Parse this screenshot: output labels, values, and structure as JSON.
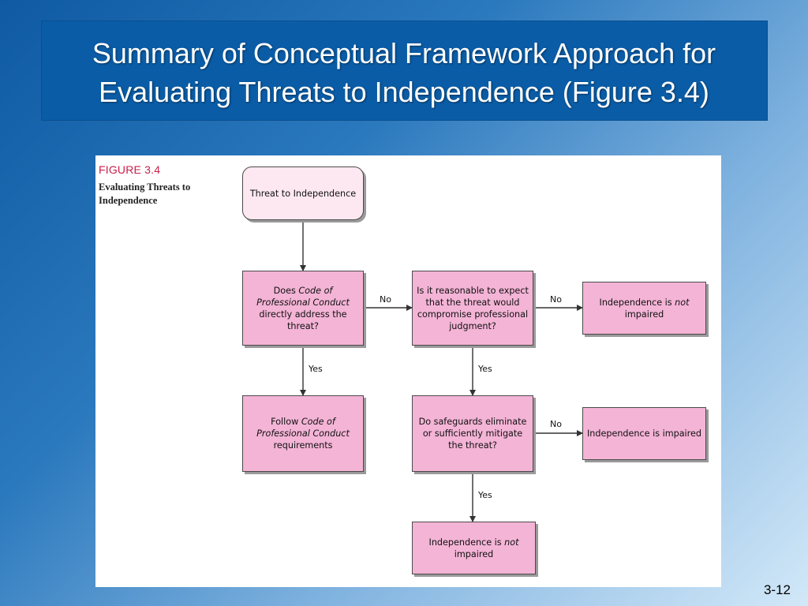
{
  "slide": {
    "title_line1": "Summary of Conceptual Framework Approach for",
    "title_line2": "Evaluating Threats to Independence (Figure 3.4)",
    "page_number": "3-12",
    "colors": {
      "title_bar": "#0a5ca6",
      "box_fill": "#f4b4d6",
      "start_box_fill": "#fde8f1",
      "figure_label": "#c81e4a"
    }
  },
  "figure": {
    "label": "FIGURE 3.4",
    "caption": "Evaluating Threats to Independence"
  },
  "diagram": {
    "nodes": [
      {
        "id": "threat",
        "segments": [
          {
            "text": "Threat to Independence",
            "italic": false
          }
        ]
      },
      {
        "id": "does-code",
        "segments": [
          {
            "text": "Does ",
            "italic": false
          },
          {
            "text": "Code of Professional Conduct",
            "italic": true
          },
          {
            "text": " directly address the threat?",
            "italic": false
          }
        ]
      },
      {
        "id": "reasonable",
        "segments": [
          {
            "text": "Is it reasonable to expect that the threat would compromise professional judgment?",
            "italic": false
          }
        ]
      },
      {
        "id": "not-impaired-1",
        "segments": [
          {
            "text": "Independence is ",
            "italic": false
          },
          {
            "text": "not",
            "italic": true
          },
          {
            "text": " impaired",
            "italic": false
          }
        ]
      },
      {
        "id": "follow-code",
        "segments": [
          {
            "text": "Follow ",
            "italic": false
          },
          {
            "text": "Code of Professional Conduct",
            "italic": true
          },
          {
            "text": " requirements",
            "italic": false
          }
        ]
      },
      {
        "id": "safeguards",
        "segments": [
          {
            "text": "Do safeguards eliminate or sufficiently mitigate the threat?",
            "italic": false
          }
        ]
      },
      {
        "id": "impaired",
        "segments": [
          {
            "text": "Independence is impaired",
            "italic": false
          }
        ]
      },
      {
        "id": "not-impaired-2",
        "segments": [
          {
            "text": "Independence is ",
            "italic": false
          },
          {
            "text": "not",
            "italic": true
          },
          {
            "text": " impaired",
            "italic": false
          }
        ]
      }
    ],
    "edges": [
      {
        "from": "threat",
        "to": "does-code",
        "label": ""
      },
      {
        "from": "does-code",
        "to": "reasonable",
        "label": "No"
      },
      {
        "from": "reasonable",
        "to": "not-impaired-1",
        "label": "No"
      },
      {
        "from": "does-code",
        "to": "follow-code",
        "label": "Yes"
      },
      {
        "from": "reasonable",
        "to": "safeguards",
        "label": "Yes"
      },
      {
        "from": "safeguards",
        "to": "impaired",
        "label": "No"
      },
      {
        "from": "safeguards",
        "to": "not-impaired-2",
        "label": "Yes"
      }
    ]
  }
}
